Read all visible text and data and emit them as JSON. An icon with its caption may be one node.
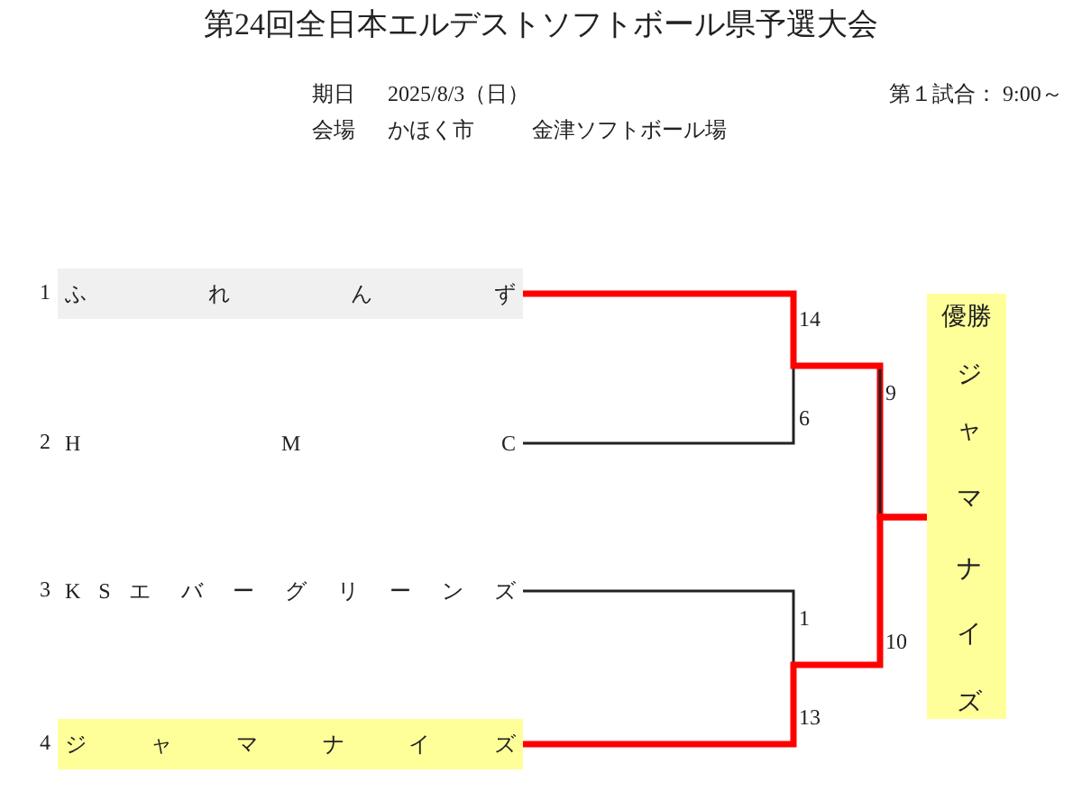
{
  "diagram": {
    "title": "第24回全日本エルデストソフトボール県予選大会",
    "nodes": [
      {
        "text": [
          "ふ れ ん ず"
        ],
        "beside": [
          "1"
        ]
      },
      {
        "text": [
          "H M C"
        ],
        "beside": [
          "2"
        ]
      },
      {
        "text": [
          "K S エ バ ー グ リ ー ン ズ"
        ],
        "beside": [
          "3"
        ]
      },
      {
        "text": [
          "ジ ャ マ ナ イ ズ"
        ],
        "beside": [
          "4"
        ]
      },
      {
        "text": [
          "優勝",
          "ジャマナイズ"
        ]
      }
    ],
    "edges": [
      {
        "from": 0,
        "to": 4,
        "arrow": "none",
        "style": "thick",
        "color": "#ff0000"
      },
      {
        "from": 1,
        "to": 4,
        "arrow": "none",
        "color": "#222222"
      },
      {
        "from": 2,
        "to": 4,
        "arrow": "none",
        "color": "#222222"
      },
      {
        "from": 3,
        "to": 4,
        "arrow": "none",
        "style": "thick",
        "color": "#ff0000"
      }
    ],
    "labels": [
      "期日",
      "2025/8/3（日）",
      "第１試合： 9:00～",
      "会場",
      "かほく市",
      "金津ソフトボール場",
      "14",
      "6",
      "9",
      "1",
      "10",
      "13"
    ]
  }
}
